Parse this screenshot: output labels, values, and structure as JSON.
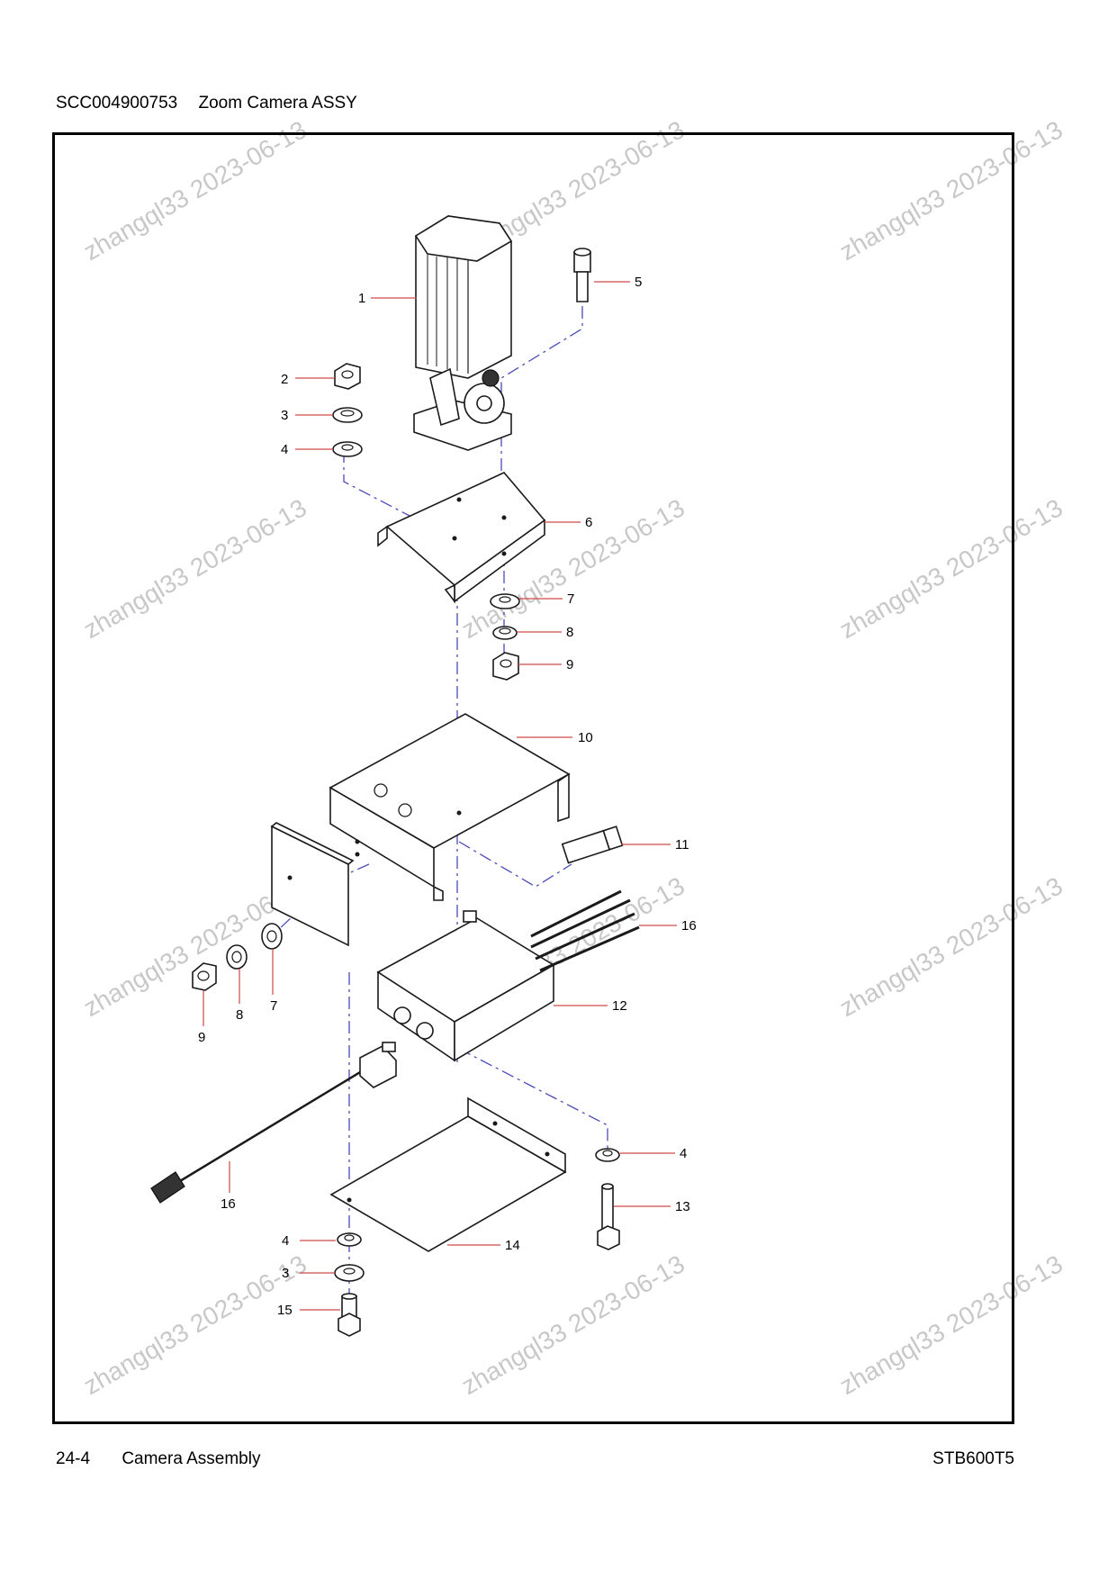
{
  "header": {
    "part_code": "SCC004900753",
    "assembly_title": "Zoom Camera ASSY"
  },
  "footer": {
    "page_number": "24-4",
    "section_title": "Camera Assembly",
    "model": "STB600T5"
  },
  "watermark": {
    "text": "zhangql33 2023-06-13",
    "color": "#c8c8c8"
  },
  "callouts": {
    "c1": "1",
    "c2": "2",
    "c3a": "3",
    "c4a": "4",
    "c5": "5",
    "c6": "6",
    "c7a": "7",
    "c8a": "8",
    "c9a": "9",
    "c10": "10",
    "c11": "11",
    "c16a": "16",
    "c12": "12",
    "c9b": "9",
    "c8b": "8",
    "c7b": "7",
    "c4b": "4",
    "c13": "13",
    "c16b": "16",
    "c4c": "4",
    "c14": "14",
    "c3b": "3",
    "c15": "15"
  },
  "colors": {
    "leader_line": "#d04a4a",
    "center_line": "#4a4ab8"
  }
}
